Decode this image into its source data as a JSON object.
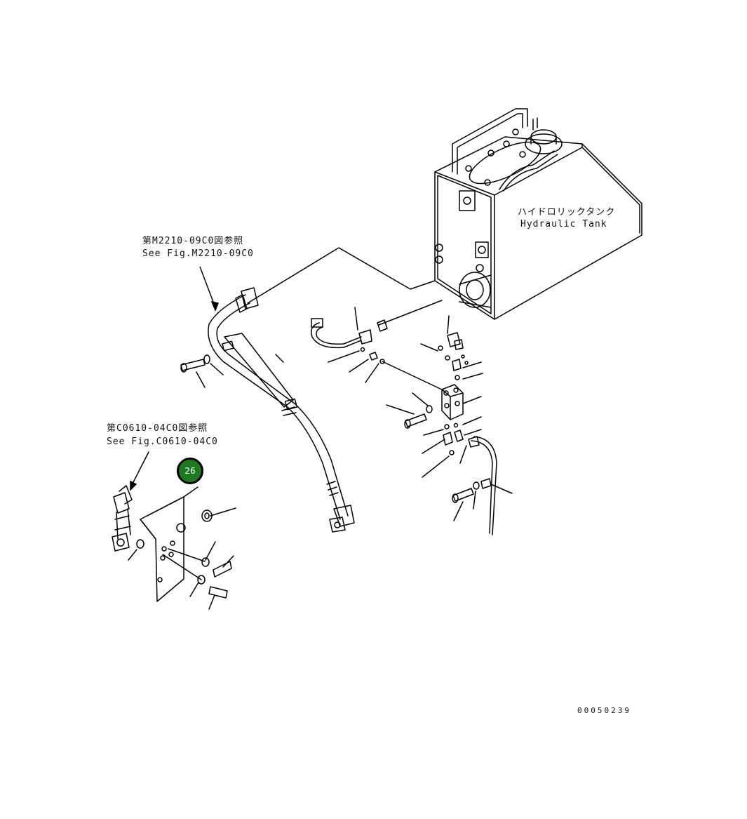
{
  "labels": {
    "tank_jp": "ハイドロリックタンク",
    "tank_en": "Hydraulic Tank",
    "ref1_jp": "第M2210-09C0図参照",
    "ref1_en": "See Fig.M2210-09C0",
    "ref2_jp": "第C0610-04C0図参照",
    "ref2_en": "See Fig.C0610-04C0"
  },
  "callout": {
    "number": "26",
    "color": "#1e7a1e"
  },
  "drawing_number": "00050239"
}
